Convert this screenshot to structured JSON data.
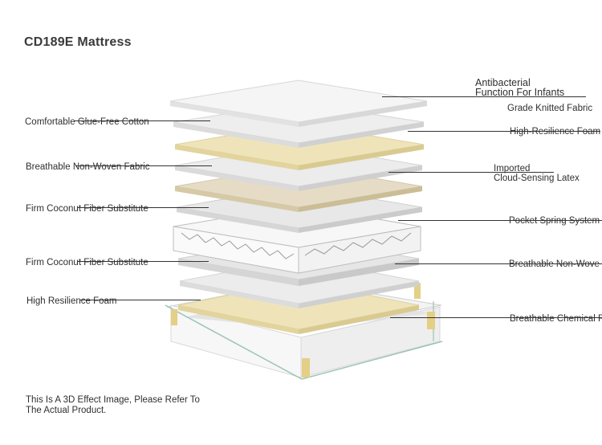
{
  "title": "CD189E Mattress",
  "labels_left": [
    "Comfortable Glue-Free Cotton",
    "Breathable Non-Woven Fabric",
    "Firm Coconut Fiber Substitute",
    "Firm Coconut Fiber Substitute",
    "High Resilience Foam"
  ],
  "labels_right": {
    "antibacterial_line1": "Antibacterial",
    "antibacterial_line2": "Function For Infants",
    "knitted": "Grade Knitted Fabric",
    "hr_foam": "High-Resilience Foam",
    "latex_line1": "Imported",
    "latex_line2": "Cloud-Sensing Latex",
    "pocket_spring": "Pocket Spring System",
    "nonwoven": "Breathable Non-Wove",
    "chemical": "Breathable Chemical F"
  },
  "note_line1": "This Is A 3D Effect Image, Please Refer To",
  "note_line2": "The Actual Product.",
  "colors": {
    "white_layer": "#f4f4f4",
    "grey_layer": "#e6e6e6",
    "cream_layer": "#efe4b9",
    "latex_layer": "#e6dcc6",
    "frame_green": "#9cc3b9"
  }
}
